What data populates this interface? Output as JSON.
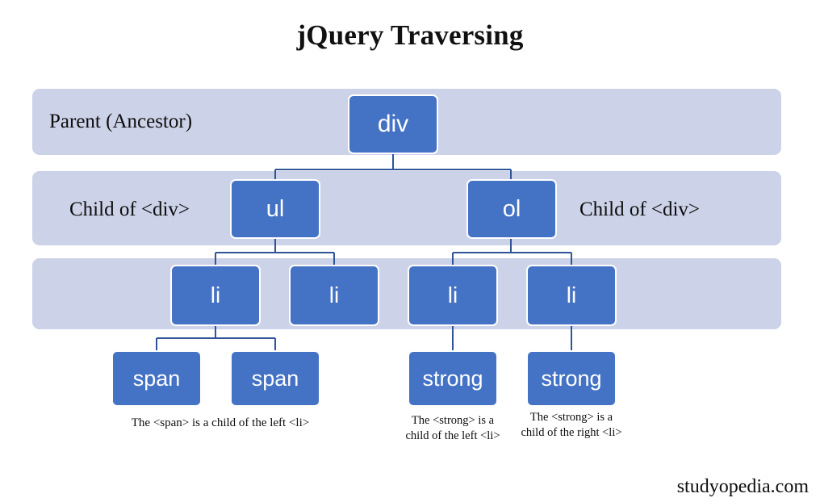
{
  "page": {
    "title": "jQuery Traversing",
    "watermark": "studyopedia.com",
    "background_color": "#ffffff",
    "band_color": "#ccd2e8",
    "node_color": "#4472c4",
    "node_text_color": "#ffffff",
    "connector_color": "#2f5597"
  },
  "bands": [
    {
      "name": "parent-band",
      "label": "Parent (Ancestor)"
    },
    {
      "name": "child-band",
      "label_left": "Child of <div>",
      "label_right": "Child of <div>"
    },
    {
      "name": "grandchild-band",
      "label": ""
    }
  ],
  "nodes": {
    "div": "div",
    "ul": "ul",
    "ol": "ol",
    "li_1": "li",
    "li_2": "li",
    "li_3": "li",
    "li_4": "li",
    "span_1": "span",
    "span_2": "span",
    "strong_1": "strong",
    "strong_2": "strong"
  },
  "captions": {
    "span": "The <span> is a child of the left <li>",
    "strong_left": "The <strong> is a child of the left <li>",
    "strong_right": "The <strong> is a child of the right <li>"
  }
}
